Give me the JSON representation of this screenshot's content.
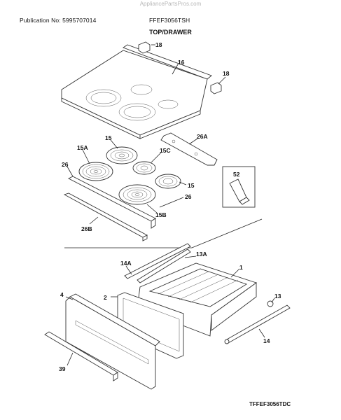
{
  "header": {
    "watermark": "AppliancePartsPros.com",
    "publication": "Publication No: 5995707014",
    "model": "FFEF3056TSH",
    "section_title": "TOP/DRAWER"
  },
  "callouts": {
    "c18a": "18",
    "c16": "16",
    "c18b": "18",
    "c26a": "26A",
    "c15a": "15",
    "c15A": "15A",
    "c15c": "15C",
    "c26": "26",
    "c52": "52",
    "c15b": "15",
    "c26r": "26",
    "c15B": "15B",
    "c26B": "26B",
    "c13A": "13A",
    "c14A": "14A",
    "c1": "1",
    "c4": "4",
    "c2": "2",
    "c13": "13",
    "c14": "14",
    "c39": "39"
  },
  "footer": {
    "code": "TFFEF3056TDC"
  }
}
